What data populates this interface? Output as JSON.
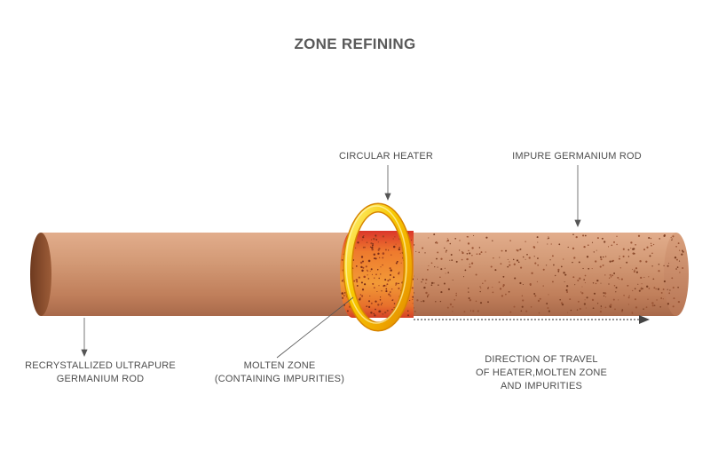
{
  "title": "ZONE REFINING",
  "labels": {
    "circular_heater": "CIRCULAR HEATER",
    "impure_rod": "IMPURE GERMANIUM ROD",
    "pure_rod": [
      "RECRYSTALLIZED ULTRAPURE",
      "GERMANIUM ROD"
    ],
    "molten_zone": [
      "MOLTEN ZONE",
      "(CONTAINING IMPURITIES)"
    ],
    "direction": [
      "DIRECTION OF TRAVEL",
      "OF HEATER,MOLTEN ZONE",
      "AND IMPURITIES"
    ]
  },
  "colors": {
    "rod": "#c98a66",
    "rod_dark": "#8c4f2f",
    "molten": "#e8742a",
    "heater": "#f5c400",
    "label_text": "#4d4d4d"
  }
}
